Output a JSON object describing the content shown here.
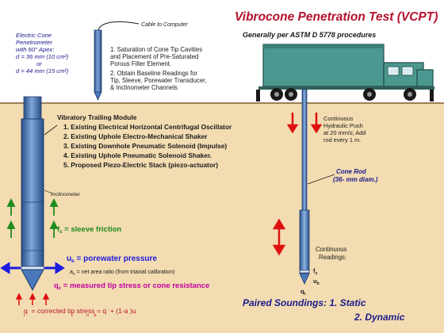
{
  "title": "Vibrocone Penetration Test (VCPT)",
  "subtitle": "Generally per ASTM D 5778 procedures",
  "probe_note": {
    "lines": [
      "Electric Cone",
      "Penetrometer",
      "with 60° Apex:",
      "d = 36 mm (10 cm²)",
      "or",
      "d = 44 mm (15 cm²)"
    ]
  },
  "cable_label": "Cable to Computer",
  "procedure": {
    "lines": [
      "1.  Saturation of Cone Tip Cavities",
      "and Placement of Pre-Saturated",
      "Porous Filter Element.",
      "2.  Obtain Baseline Readings for",
      "Tip, Sleeve, Porewater Transducer,",
      "& Inclinometer Channels"
    ]
  },
  "module": {
    "title": "Vibratory Trailing Module",
    "items": [
      "1.  Existing Electrical Horizontal Centrifugal Oscillator",
      "2.  Existing Uphole Electro-Mechanical Shaker",
      "3.  Existing Downhole Pneumatic Solenoid (Impulse)",
      "4.  Existing Uphole Pneumatic Solenoid Shaker.",
      "5.  Proposed Piezo-Electric Stack (piezo-actuator)"
    ]
  },
  "inclinometer_label": "Inclinometer",
  "labels": {
    "sleeve": "f",
    "sleeve_sub": "s",
    "sleeve_text": " = sleeve friction",
    "pore": "u",
    "pore_sub": "b",
    "pore_text": " = porewater pressure",
    "area": "a",
    "area_sub": "n",
    "area_text": " = net area ratio (from triaxial calibration)",
    "tip": "q",
    "tip_sub": "c",
    "tip_text": " = measured tip stress or cone resistance",
    "corrected": "q  = corrected tip stress = q  + (1-a )u",
    "corrected_subs": "t                                      c           n    b"
  },
  "push": {
    "lines": [
      "Continuous",
      "Hydraulic Push",
      "at 20 mm/s; Add",
      "rod every 1 m."
    ]
  },
  "rod": {
    "lines": [
      "Cone Rod",
      "(36- mm diam.)"
    ]
  },
  "readings": {
    "lines": [
      "Continuous",
      "Readings:"
    ],
    "f": "f",
    "f_sub": "s",
    "u": "u",
    "u_sub": "b",
    "q": "q",
    "q_sub": "t"
  },
  "paired": {
    "line1": "Paired Soundings:  1.  Static",
    "line2": "2.  Dynamic"
  },
  "colors": {
    "sky": "#ffffff",
    "soil": "#f3dcb1",
    "title": "#b5122b",
    "truck": "#4b9890",
    "probe": "#4a78b8",
    "red_arrow": "#e01010",
    "green_arrow": "#1c8c1c",
    "blue_text": "#1c1ce0",
    "magenta": "#c000a0",
    "dark_blue": "#1a1a8c"
  }
}
